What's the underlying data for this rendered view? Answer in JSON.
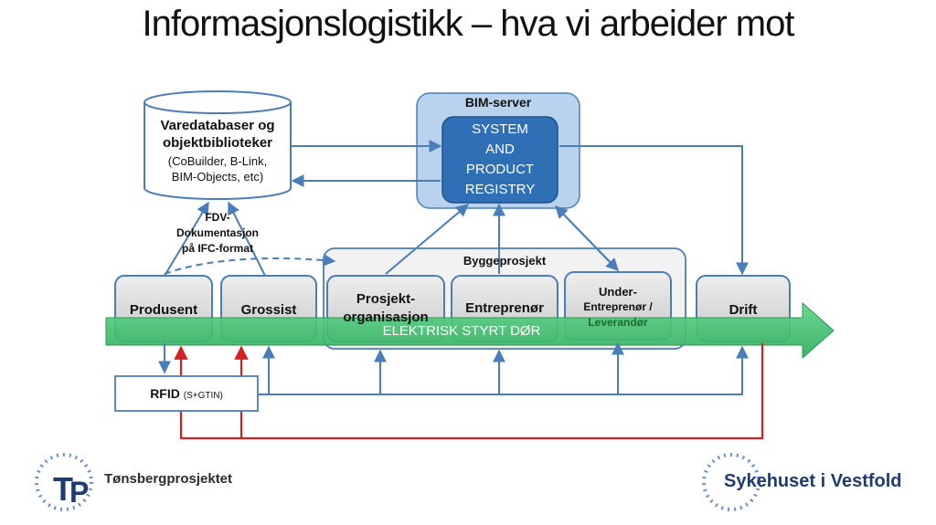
{
  "title": "Informasjonslogistikk – hva vi arbeider mot",
  "database": {
    "title_line1": "Varedatabaser og",
    "title_line2": "objektbiblioteker",
    "sub_line1": "(CoBuilder, B-Link,",
    "sub_line2": "BIM-Objects, etc)"
  },
  "bim_server": {
    "label": "BIM-server",
    "registry_line1": "SYSTEM",
    "registry_line2": "AND",
    "registry_line3": "PRODUCT",
    "registry_line4": "REGISTRY"
  },
  "fdv_label": {
    "line1": "FDV-",
    "line2": "Dokumentasjon",
    "line3": "på IFC-format"
  },
  "byggeprosjekt_label": "Byggeprosjekt",
  "actors": {
    "produsent": "Produsent",
    "grossist": "Grossist",
    "prosjekt_line1": "Prosjekt-",
    "prosjekt_line2": "organisasjon",
    "entreprenor": "Entreprenør",
    "under_line1": "Under-",
    "under_line2": "Entreprenør /",
    "under_line3": "Leverandør",
    "drift": "Drift"
  },
  "arrow_label": "ELEKTRISK STYRT DØR",
  "rfid": {
    "label": "RFID",
    "sub": "(S+GTIN)"
  },
  "logos": {
    "left": "Tønsbergprosjektet",
    "left_mark": "TP",
    "right": "Sykehuset i Vestfold"
  },
  "colors": {
    "flow_arrow": "#3dbb6a",
    "bim_outer": "#b9d3ee",
    "registry": "#2f6fb5",
    "connector": "#4a7ebb",
    "return_line": "#d42020",
    "actor_box": "#d4d4d4"
  }
}
